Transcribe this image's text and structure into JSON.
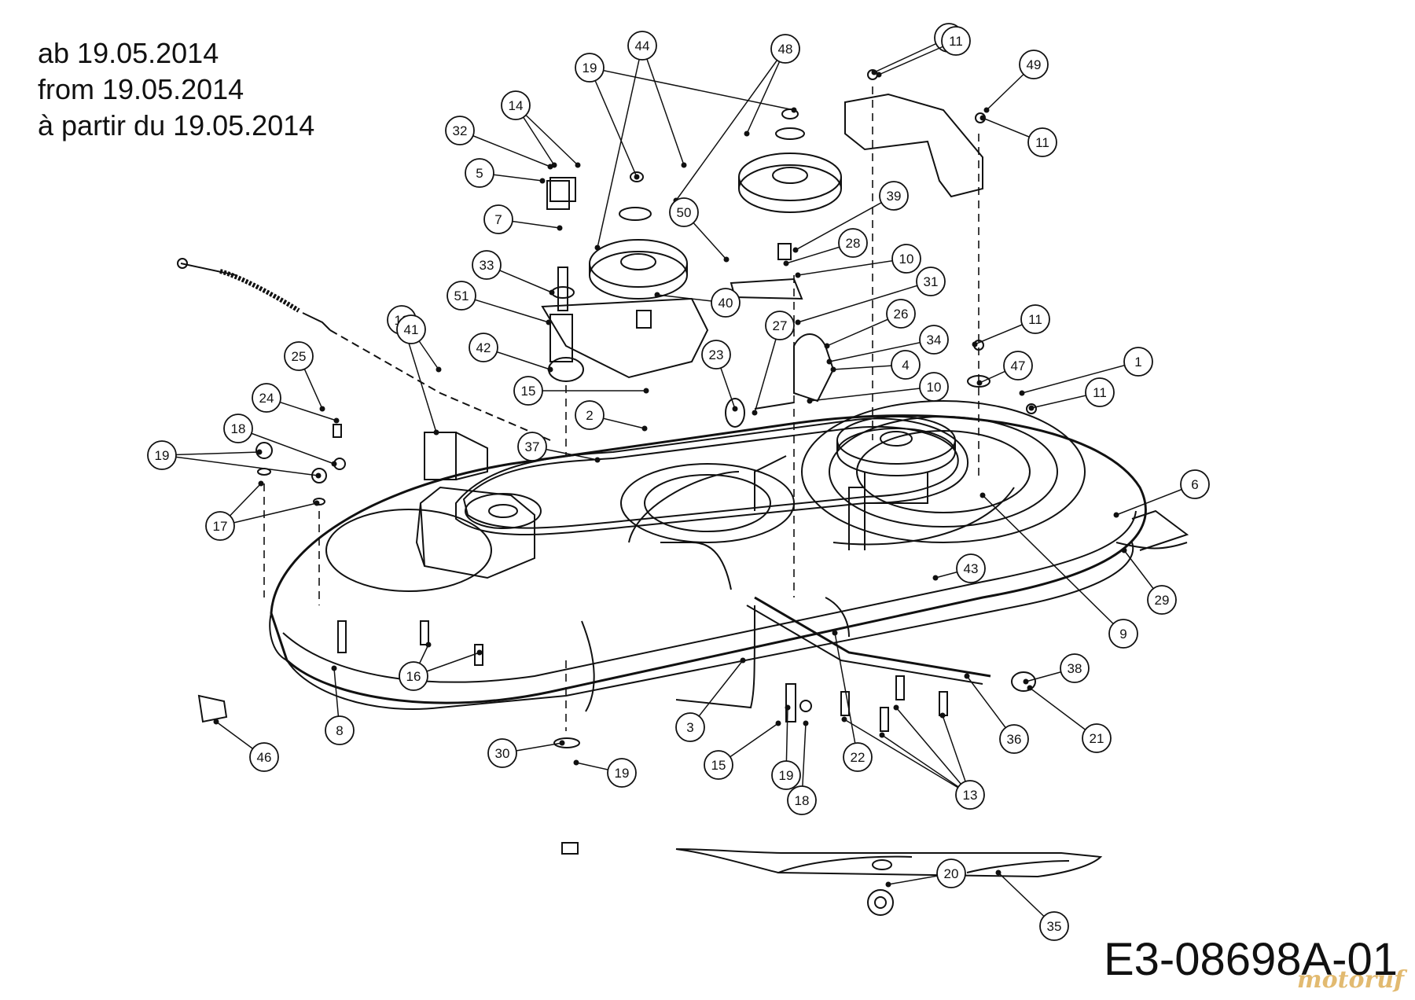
{
  "header": {
    "lines": [
      "ab 19.05.2014",
      "from 19.05.2014",
      "à partir du 19.05.2014"
    ]
  },
  "drawing_code": "E3-08698A-01",
  "watermark": "motoruf",
  "callouts": [
    "1",
    "2",
    "3",
    "4",
    "5",
    "6",
    "7",
    "8",
    "9",
    "10",
    "10",
    "11",
    "11",
    "11",
    "11",
    "11",
    "12",
    "13",
    "14",
    "15",
    "15",
    "16",
    "17",
    "18",
    "18",
    "19",
    "19",
    "19",
    "19",
    "20",
    "21",
    "22",
    "23",
    "24",
    "25",
    "26",
    "27",
    "28",
    "29",
    "30",
    "31",
    "32",
    "33",
    "34",
    "35",
    "36",
    "37",
    "38",
    "39",
    "40",
    "41",
    "42",
    "43",
    "44",
    "46",
    "47",
    "48",
    "49",
    "50",
    "51"
  ]
}
